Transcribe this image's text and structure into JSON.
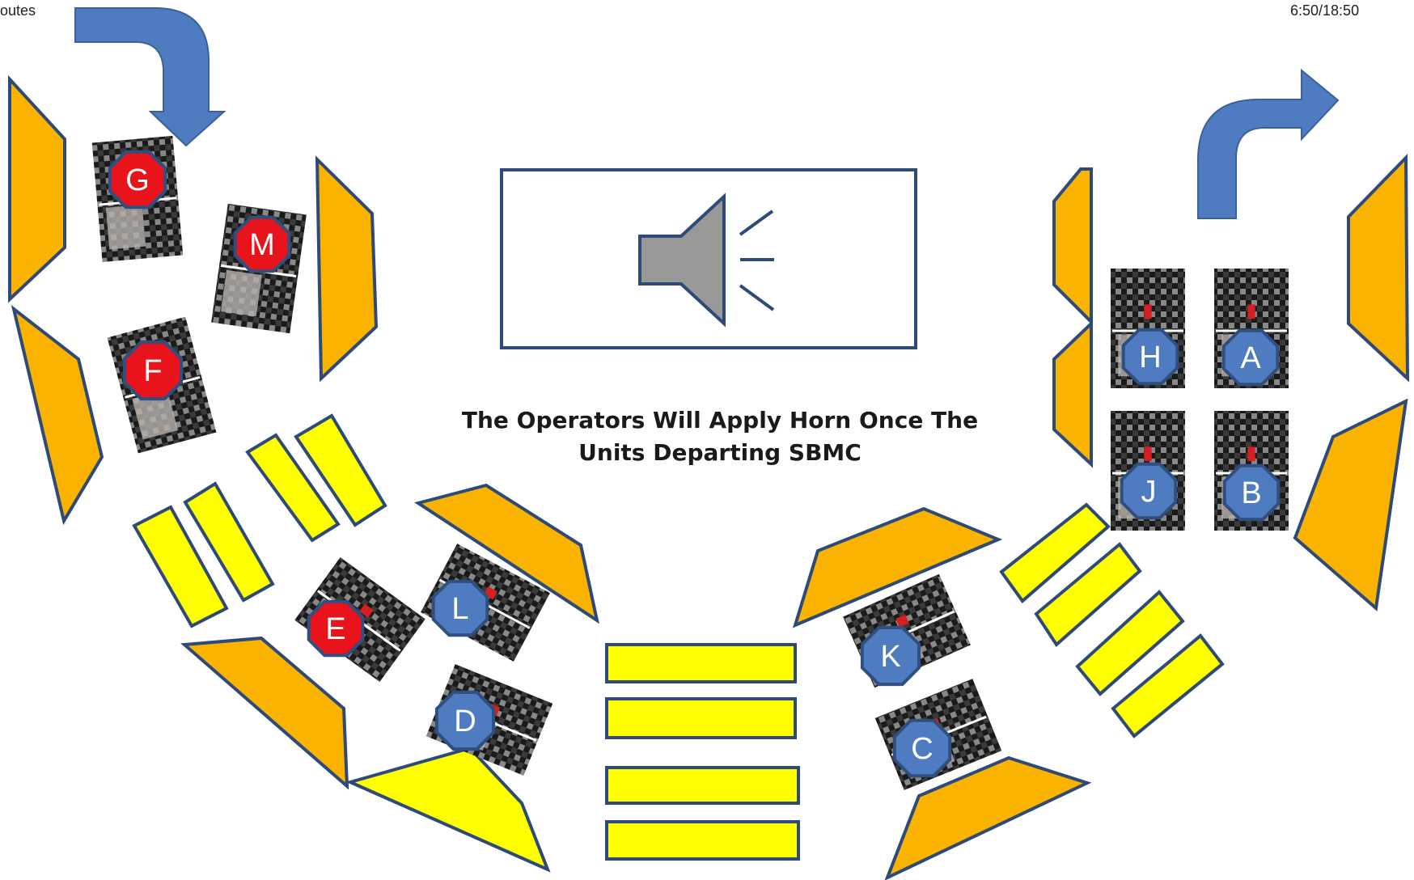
{
  "header": {
    "left_text": "outes",
    "right_text": "6:50/18:50"
  },
  "caption": {
    "line1": "The Operators Will Apply Horn Once The",
    "line2": "Units Departing SBMC"
  },
  "speaker": {
    "icon": "speaker-icon"
  },
  "arrows": {
    "entry": "curved-arrow-down-icon",
    "exit": "curved-arrow-up-right-icon"
  },
  "units": [
    {
      "label": "G",
      "status": "red"
    },
    {
      "label": "M",
      "status": "red"
    },
    {
      "label": "F",
      "status": "red"
    },
    {
      "label": "E",
      "status": "red"
    },
    {
      "label": "L",
      "status": "blue"
    },
    {
      "label": "D",
      "status": "blue"
    },
    {
      "label": "K",
      "status": "blue"
    },
    {
      "label": "C",
      "status": "blue"
    },
    {
      "label": "H",
      "status": "blue"
    },
    {
      "label": "A",
      "status": "blue"
    },
    {
      "label": "J",
      "status": "blue"
    },
    {
      "label": "B",
      "status": "blue"
    }
  ],
  "colors": {
    "red_badge": "#e8131b",
    "blue_badge": "#4f7cc0",
    "badge_stroke": "#2f4f7f",
    "bay_orange": "#f9b300",
    "bay_yellow": "#ffff00",
    "outline": "#2e4a78",
    "arrow": "#4f7cc0",
    "speaker": "#999999"
  }
}
